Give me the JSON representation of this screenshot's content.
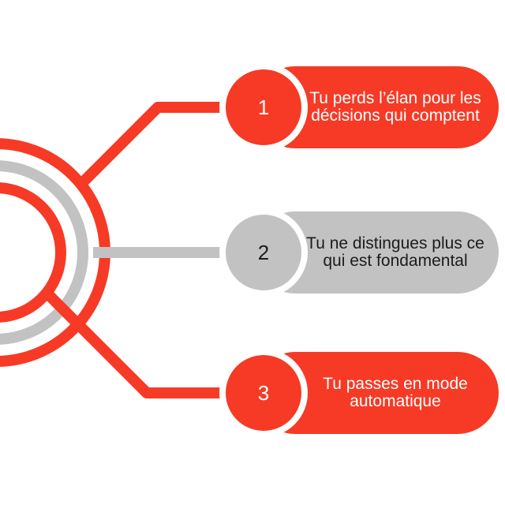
{
  "colors": {
    "red": "#f63a26",
    "grey": "#c2c2c2",
    "white": "#ffffff",
    "dark": "#1c1c1c"
  },
  "items": [
    {
      "number": "1",
      "text": "Tu perds l’élan pour les décisions qui comptent",
      "color": "red"
    },
    {
      "number": "2",
      "text": "Tu ne distingues plus ce qui est fondamental",
      "color": "grey"
    },
    {
      "number": "3",
      "text": "Tu passes en mode automatique",
      "color": "red"
    }
  ]
}
